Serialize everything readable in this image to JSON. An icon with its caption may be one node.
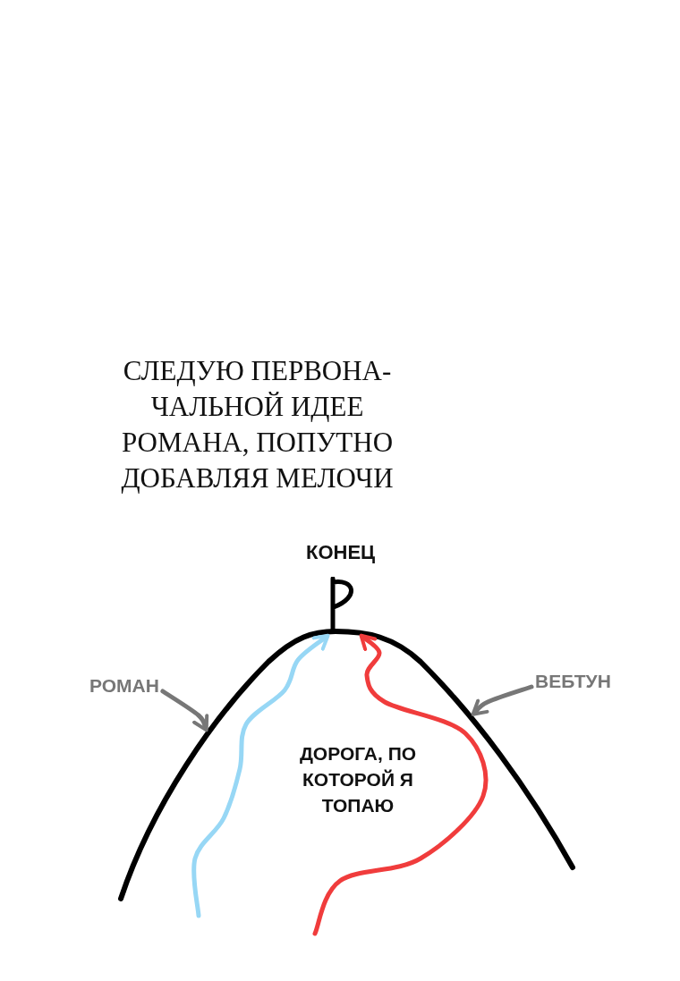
{
  "diagram": {
    "title": "СЛЕДУЮ ПЕРВОНА- ЧАЛЬНОЙ ИДЕЕ РОМАНА, ПОПУТНО ДОБАВЛЯЯ МЕЛОЧИ",
    "nodes": [
      {
        "text": [
          "КОНЕЦ"
        ]
      },
      {
        "text": [
          "РОМАН"
        ]
      },
      {
        "text": [
          "ВЕБТУН"
        ]
      },
      {
        "text": [],
        "shape": "curve"
      }
    ],
    "edges": [
      {
        "from": 1,
        "to": 3,
        "arrow": "to",
        "color": "#777777"
      },
      {
        "from": 2,
        "to": 3,
        "arrow": "to",
        "color": "#777777"
      },
      {
        "from": null,
        "to": 0,
        "arrow": "to",
        "color": "#97d7f5"
      },
      {
        "from": null,
        "to": 0,
        "arrow": "to",
        "color": "#f03c3c"
      }
    ],
    "labels": [
      "ДОРОГА, ПО КОТОРОЙ Я ТОПАЮ"
    ]
  }
}
